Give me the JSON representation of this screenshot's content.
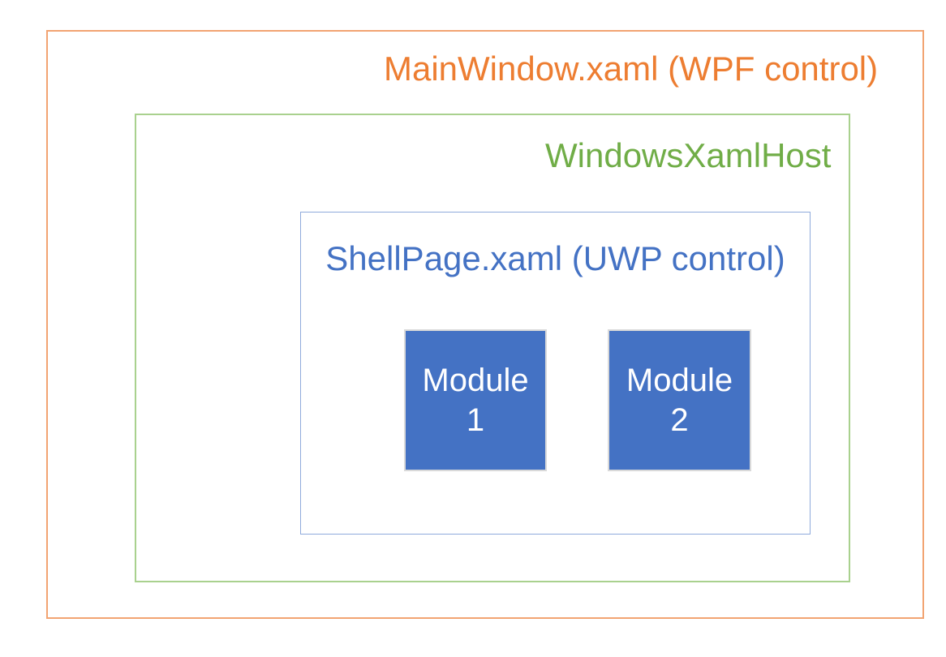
{
  "colors": {
    "background": "#FFFFFF",
    "orange": "#ED7D31",
    "orange_border": "#F2A472",
    "green": "#70AD47",
    "green_border": "#A9D18E",
    "blue": "#4472C4",
    "blue_border": "#8FAADC",
    "module_fill": "#4472C4",
    "module_border": "#D9D9D9",
    "module_text": "#FFFFFF"
  },
  "diagram": {
    "mainwindow": {
      "label": "MainWindow.xaml (WPF control)"
    },
    "windowsxamlhost": {
      "label": "WindowsXamlHost"
    },
    "shellpage": {
      "label": "ShellPage.xaml (UWP control)"
    },
    "modules": [
      {
        "line1": "Module",
        "line2": "1"
      },
      {
        "line1": "Module",
        "line2": "2"
      }
    ]
  }
}
